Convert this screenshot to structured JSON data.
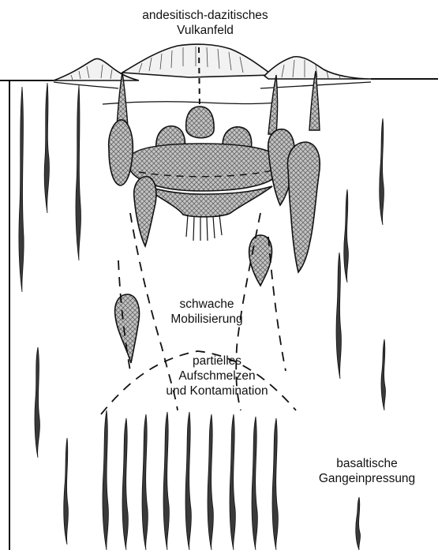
{
  "labels": {
    "volcanic_field": [
      "andesitisch-dazitisches",
      "Vulkanfeld"
    ],
    "weak_mobilization": [
      "schwache",
      "Mobilisierung"
    ],
    "partial_melting": [
      "partielles",
      "Aufschmelzen",
      "und Kontamination"
    ],
    "basaltic_intrusion": [
      "basaltische",
      "Gangeinpressung"
    ]
  },
  "colors": {
    "ink": "#111111",
    "pluton_fill": "#b8b8b8",
    "background": "#ffffff"
  }
}
